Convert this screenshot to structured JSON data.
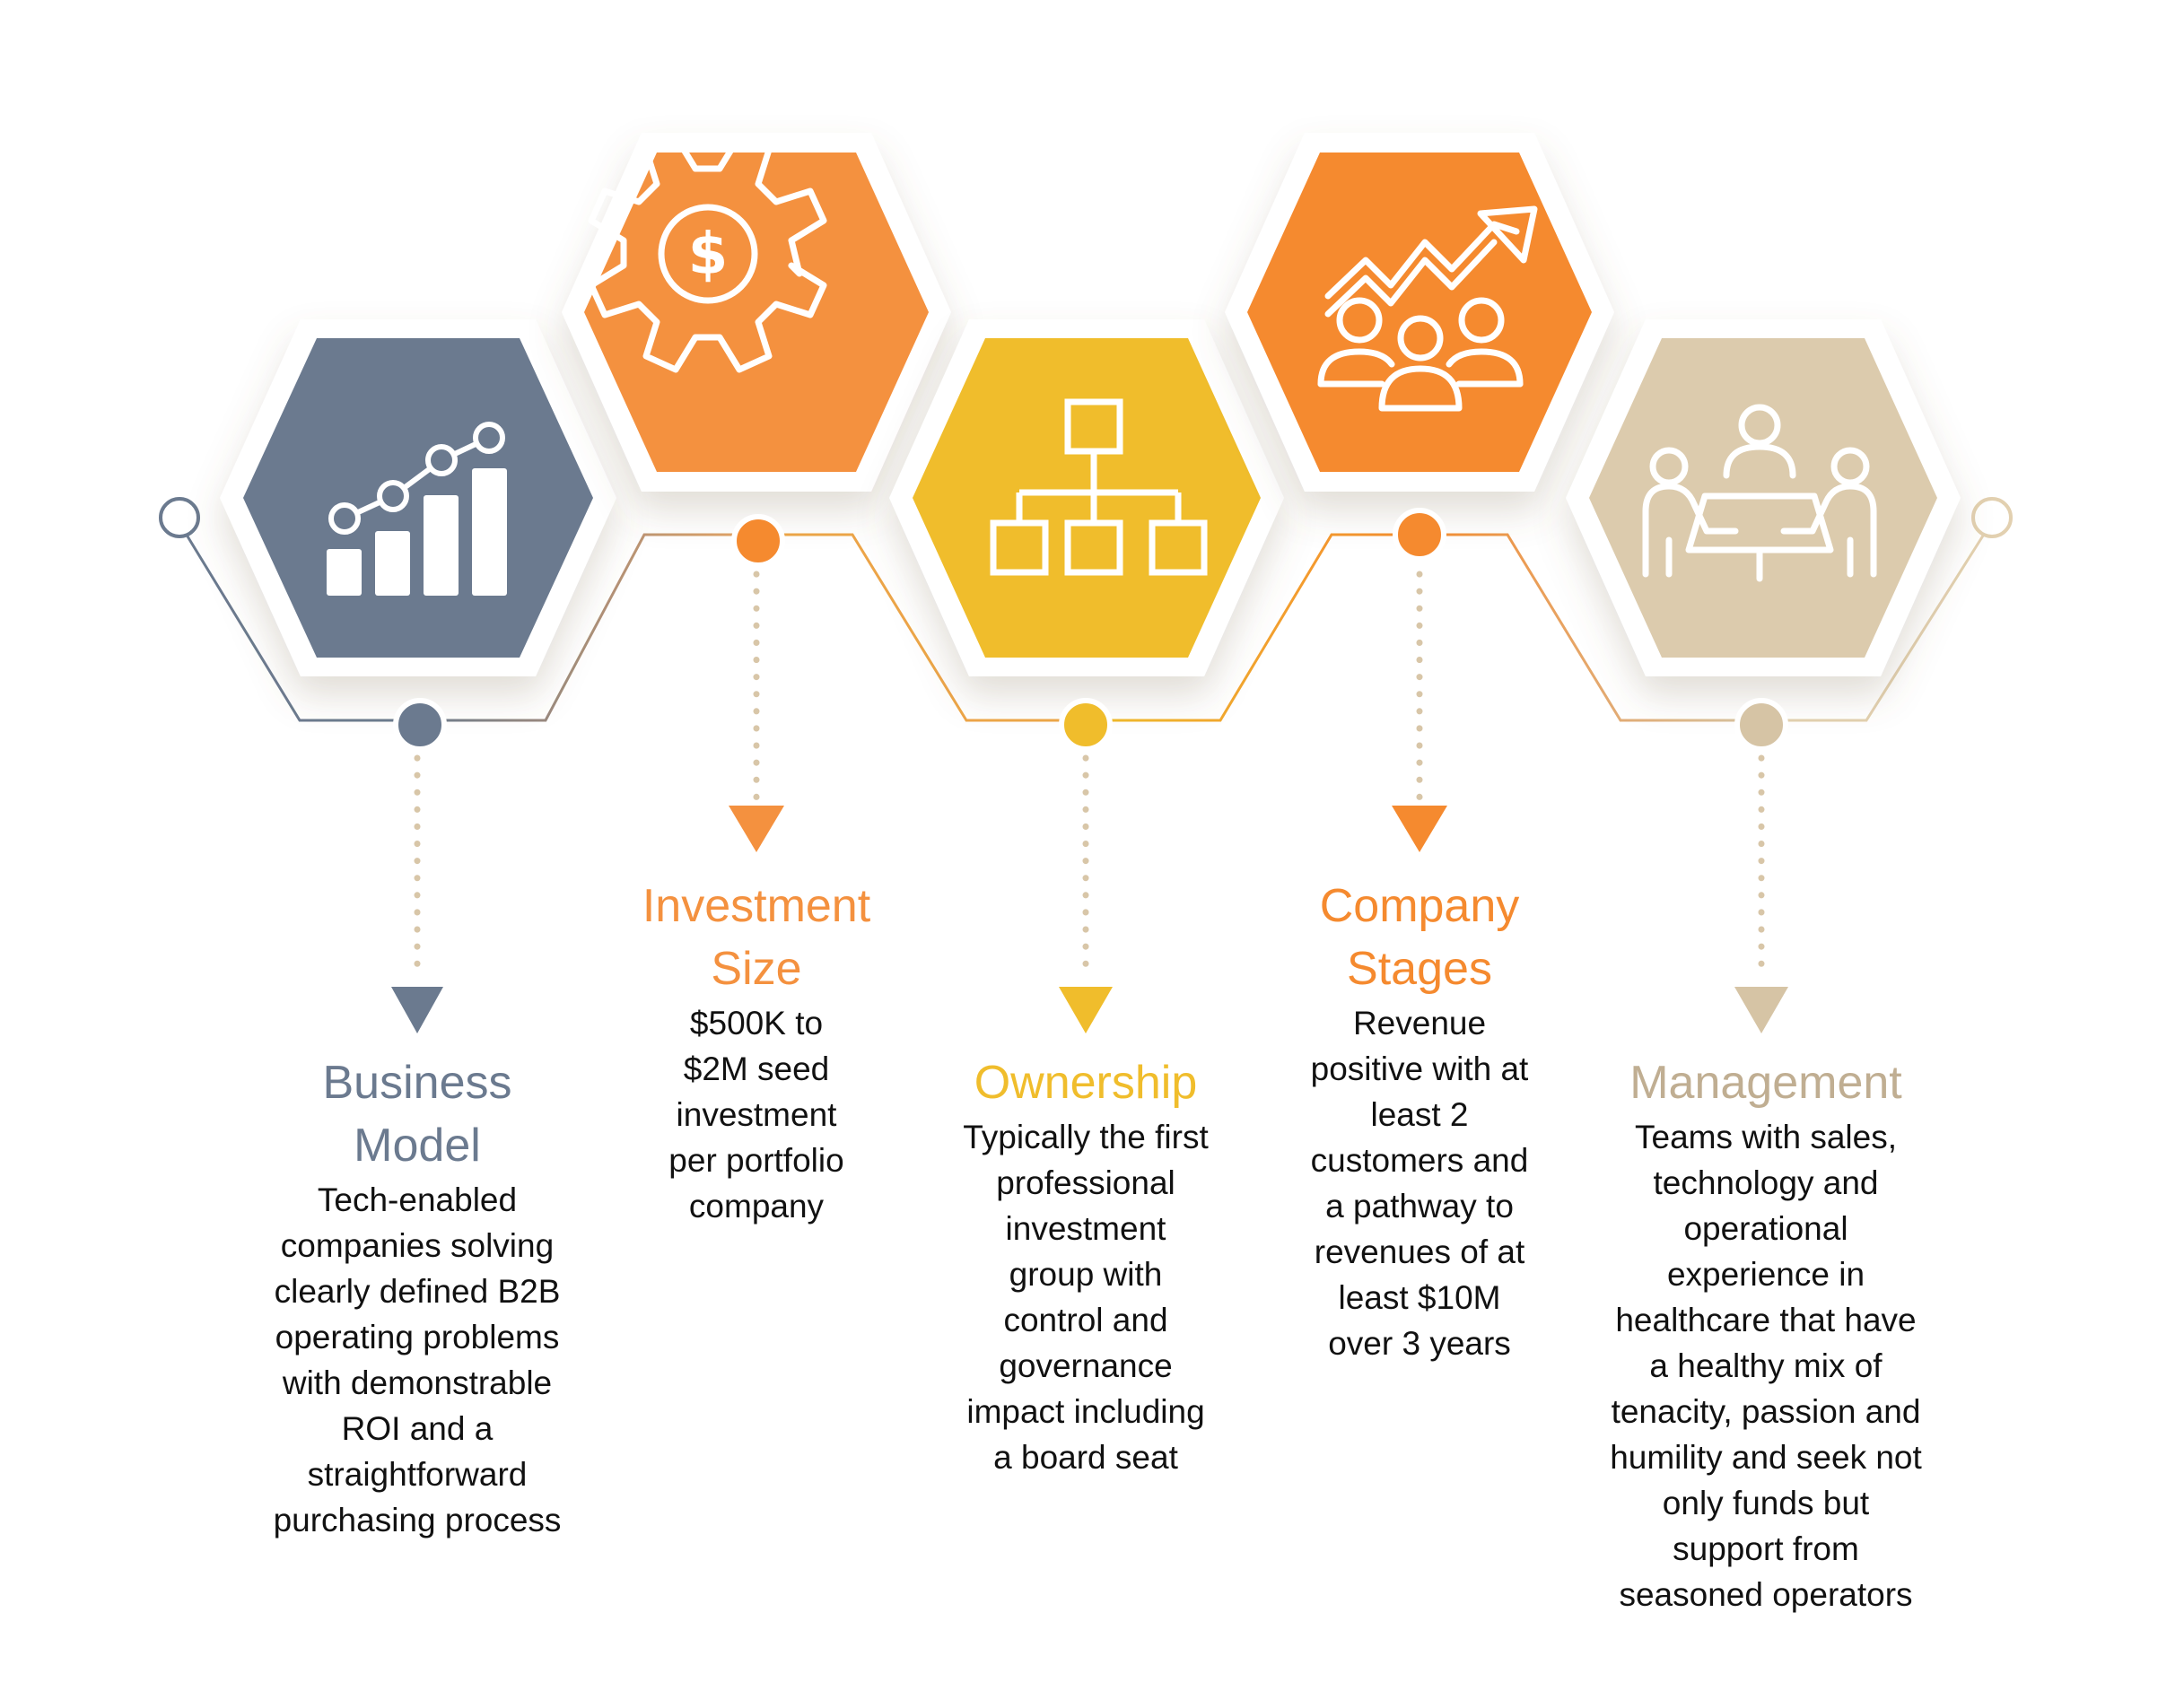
{
  "steps": [
    {
      "id": "business-model",
      "title": "Business\nModel",
      "description": "Tech-enabled\ncompanies solving\nclearly defined B2B\noperating problems\nwith demonstrable\nROI and a\nstraightforward\npurchasing process",
      "color": "#6b7a8f",
      "icon": "bar-chart-growth-icon"
    },
    {
      "id": "investment-size",
      "title": "Investment\nSize",
      "description": "$500K to\n$2M seed\ninvestment\nper portfolio\ncompany",
      "color": "#f4913f",
      "icon": "gear-dollar-icon"
    },
    {
      "id": "ownership",
      "title": "Ownership",
      "description": "Typically the first\nprofessional\ninvestment\ngroup with\ncontrol and\ngovernance\nimpact including\na board seat",
      "color": "#f0bd2c",
      "icon": "org-chart-icon"
    },
    {
      "id": "company-stages",
      "title": "Company\nStages",
      "description": "Revenue\npositive with at\nleast 2\ncustomers and\na pathway to\nrevenues of at\nleast $10M\nover 3 years",
      "color": "#f58a2f",
      "icon": "team-growth-icon"
    },
    {
      "id": "management",
      "title": "Management",
      "description": "Teams with sales,\ntechnology and\noperational\nexperience in\nhealthcare that have\na healthy mix of\ntenacity, passion and\nhumility and seek not\nonly funds but\nsupport from\nseasoned operators",
      "color": "#d6c4a5",
      "icon": "meeting-table-icon"
    }
  ]
}
